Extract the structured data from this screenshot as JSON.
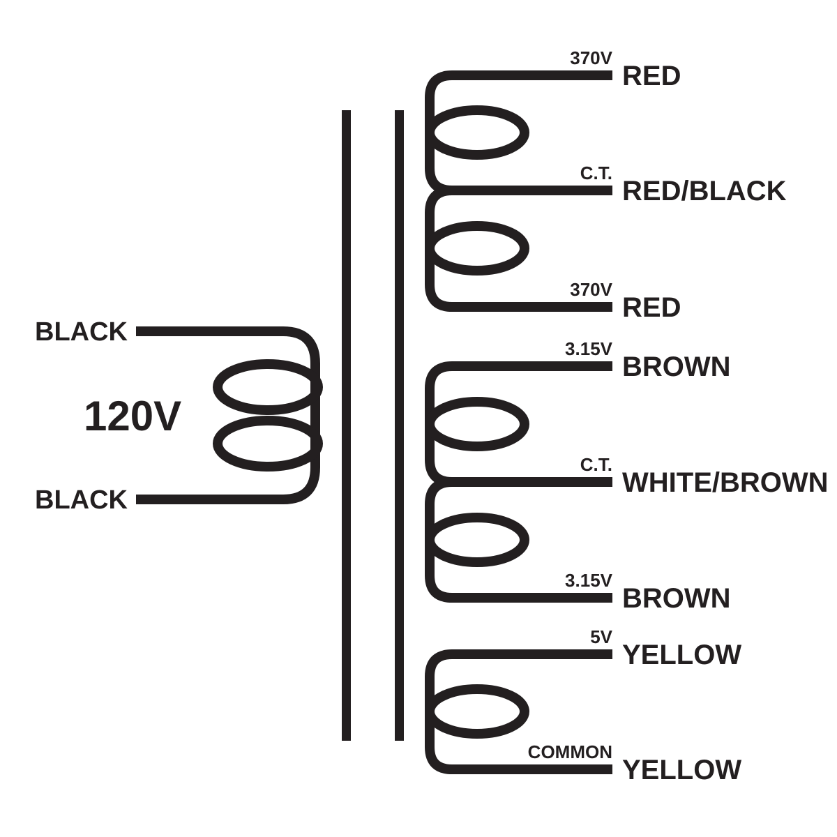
{
  "diagram": {
    "type": "transformer-wiring-schematic",
    "background_color": "#ffffff",
    "ink_color": "#231f20",
    "primary": {
      "voltage_label": "120V",
      "top_lead": "BLACK",
      "bottom_lead": "BLACK"
    },
    "secondary_windings": [
      {
        "taps": [
          {
            "tap_label": "370V",
            "wire_color": "RED"
          },
          {
            "tap_label": "C.T.",
            "wire_color": "RED/BLACK"
          },
          {
            "tap_label": "370V",
            "wire_color": "RED"
          }
        ]
      },
      {
        "taps": [
          {
            "tap_label": "3.15V",
            "wire_color": "BROWN"
          },
          {
            "tap_label": "C.T.",
            "wire_color": "WHITE/BROWN"
          },
          {
            "tap_label": "3.15V",
            "wire_color": "BROWN"
          }
        ]
      },
      {
        "taps": [
          {
            "tap_label": "5V",
            "wire_color": "YELLOW"
          },
          {
            "tap_label": "COMMON",
            "wire_color": "YELLOW"
          }
        ]
      }
    ]
  }
}
